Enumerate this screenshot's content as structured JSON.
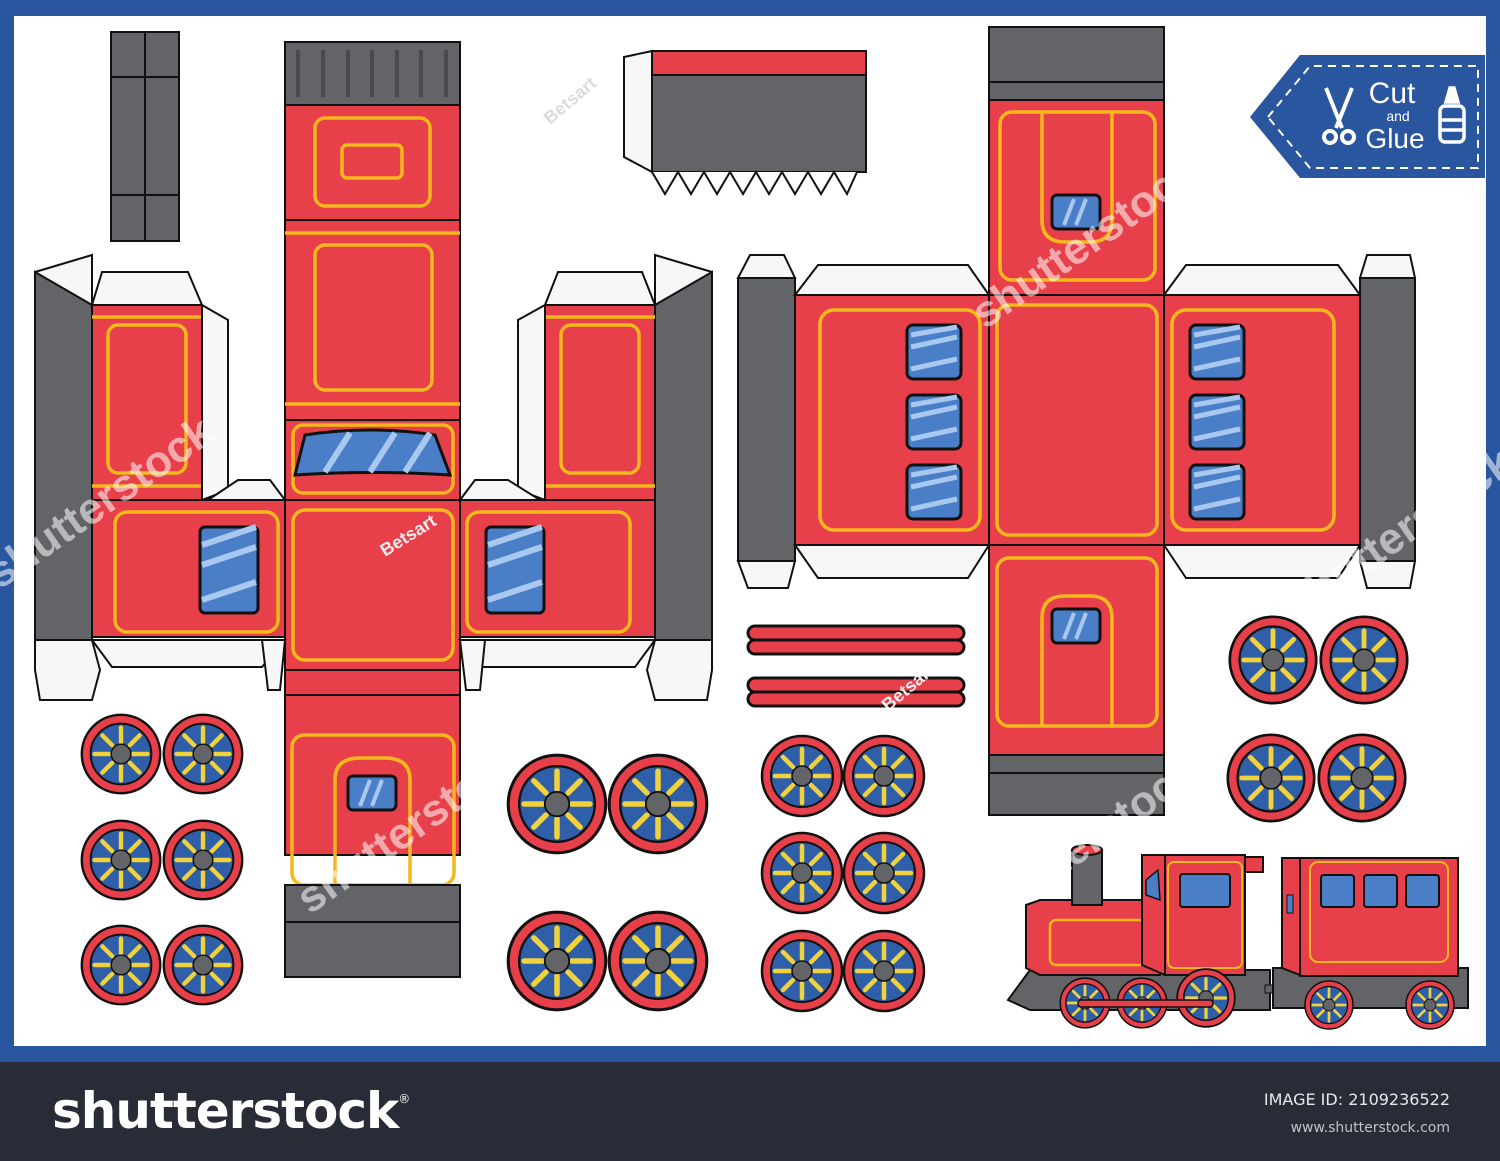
{
  "badge": {
    "line1": "Cut",
    "line2": "and",
    "line3": "Glue",
    "icons": [
      "scissors-icon",
      "glue-bottle-icon"
    ],
    "bg_color": "#2a56a0"
  },
  "artwork": {
    "signature": "Betsart",
    "watermark": "shutterstock",
    "colors": {
      "red": "#e8404a",
      "trim": "#f5b81c",
      "gray": "#636468",
      "glass": "#4a7fc8",
      "glass_light": "#a9c8f0",
      "tab": "#f7f7f7",
      "wheel_blue": "#2f5fa8",
      "frame_blue": "#2a56a0"
    },
    "parts": [
      "locomotive-cab-net",
      "carriage-body-net",
      "chimney-strip",
      "cowcatcher-piece",
      "connecting-rods",
      "wheel-pairs",
      "finished-train-preview"
    ]
  },
  "footer": {
    "logo": "shutterstock",
    "logo_mark": "®",
    "image_id_label": "IMAGE ID:",
    "image_id": "2109236522",
    "site": "www.shutterstock.com"
  }
}
